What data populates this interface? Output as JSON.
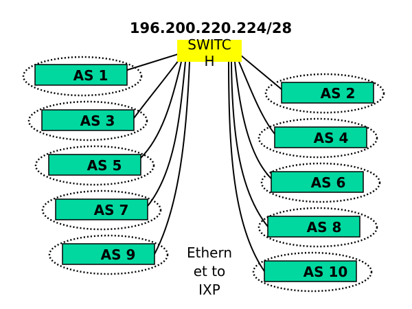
{
  "title": "196.200.220.224/28",
  "switch": {
    "label_line1": "SWITC",
    "label_line2": "H",
    "color": "#ffff00"
  },
  "note": {
    "line1": "Ethern",
    "line2": "et to",
    "line3": "IXP"
  },
  "box_color": "#00d8a0",
  "as_nodes": [
    {
      "label": "AS 1",
      "side": "left"
    },
    {
      "label": "AS 3",
      "side": "left"
    },
    {
      "label": "AS 5",
      "side": "left"
    },
    {
      "label": "AS 7",
      "side": "left"
    },
    {
      "label": "AS 9",
      "side": "left"
    },
    {
      "label": "AS 2",
      "side": "right"
    },
    {
      "label": "AS 4",
      "side": "right"
    },
    {
      "label": "AS 6",
      "side": "right"
    },
    {
      "label": "AS 8",
      "side": "right"
    },
    {
      "label": "AS 10",
      "side": "right"
    }
  ]
}
